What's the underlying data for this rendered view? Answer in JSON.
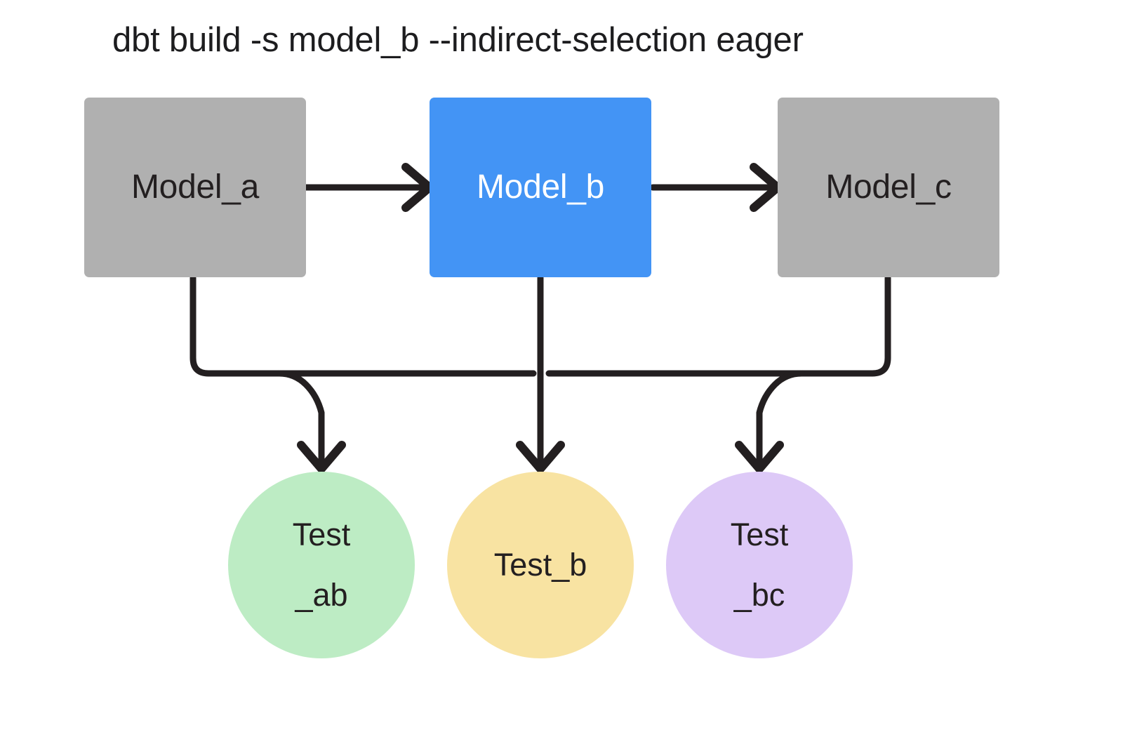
{
  "title": "dbt build -s model_b --indirect-selection eager",
  "palette": {
    "background": "#ffffff",
    "model_default": "#b0b0b0",
    "model_selected": "#4394f5",
    "test_ab": "#bdecc4",
    "test_b": "#f8e3a2",
    "test_bc": "#ddc9f7",
    "edge": "#231f20",
    "text_dark": "#231f20",
    "text_light": "#ffffff"
  },
  "nodes": {
    "models": [
      {
        "id": "model_a",
        "label": "Model_a",
        "shape": "rectangle",
        "fill": "#b0b0b0",
        "text_color": "#231f20",
        "selected": false
      },
      {
        "id": "model_b",
        "label": "Model_b",
        "shape": "rectangle",
        "fill": "#4394f5",
        "text_color": "#ffffff",
        "selected": true
      },
      {
        "id": "model_c",
        "label": "Model_c",
        "shape": "rectangle",
        "fill": "#b0b0b0",
        "text_color": "#231f20",
        "selected": false
      }
    ],
    "tests": [
      {
        "id": "test_ab",
        "label": "Test\n_ab",
        "shape": "circle",
        "fill": "#bdecc4",
        "text_color": "#231f20"
      },
      {
        "id": "test_b",
        "label": "Test_b",
        "shape": "circle",
        "fill": "#f8e3a2",
        "text_color": "#231f20"
      },
      {
        "id": "test_bc",
        "label": "Test\n_bc",
        "shape": "circle",
        "fill": "#ddc9f7",
        "text_color": "#231f20"
      }
    ]
  },
  "edges": [
    {
      "from": "model_a",
      "to": "model_b",
      "style": "arrow-right"
    },
    {
      "from": "model_b",
      "to": "model_c",
      "style": "arrow-right"
    },
    {
      "from": "model_a",
      "to": "test_ab",
      "style": "arrow-down-elbow"
    },
    {
      "from": "model_b",
      "to": "test_ab",
      "style": "arrow-down-elbow"
    },
    {
      "from": "model_b",
      "to": "test_b",
      "style": "arrow-down"
    },
    {
      "from": "model_b",
      "to": "test_bc",
      "style": "arrow-down-elbow"
    },
    {
      "from": "model_c",
      "to": "test_bc",
      "style": "arrow-down-elbow"
    }
  ]
}
